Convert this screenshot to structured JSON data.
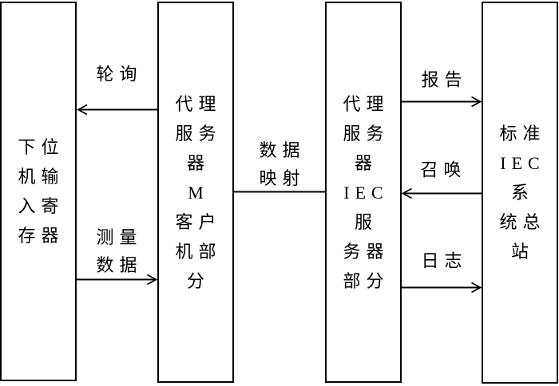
{
  "diagram": {
    "background_color": "#ffffff",
    "stroke_color": "#000000",
    "boxes": [
      {
        "name": "lower-machine-input-register",
        "lines": [
          "下位",
          "机输",
          "入寄",
          "存器"
        ]
      },
      {
        "name": "proxy-server-m-client-part",
        "lines": [
          "代理",
          "服务",
          "器",
          "M",
          "客户",
          "机部",
          "分"
        ]
      },
      {
        "name": "proxy-server-iec-server-part",
        "lines": [
          "代理",
          "服务",
          "器",
          "IEC",
          "服",
          "务器",
          "部分"
        ]
      },
      {
        "name": "standard-iec-system-master-station",
        "lines": [
          "标准",
          "IEC",
          "系",
          "统总",
          "站"
        ]
      }
    ],
    "connections": [
      {
        "name": "polling",
        "lines": [
          "轮询"
        ],
        "direction": "right-to-left",
        "from": "proxy-server-m-client-part",
        "to": "lower-machine-input-register"
      },
      {
        "name": "measurement-data",
        "lines": [
          "测量",
          "数据"
        ],
        "direction": "left-to-right",
        "from": "lower-machine-input-register",
        "to": "proxy-server-m-client-part"
      },
      {
        "name": "data-mapping",
        "lines": [
          "数据",
          "映射"
        ],
        "direction": "none",
        "from": "proxy-server-m-client-part",
        "to": "proxy-server-iec-server-part"
      },
      {
        "name": "report",
        "lines": [
          "报告"
        ],
        "direction": "left-to-right",
        "from": "proxy-server-iec-server-part",
        "to": "standard-iec-system-master-station"
      },
      {
        "name": "call",
        "lines": [
          "召唤"
        ],
        "direction": "right-to-left",
        "from": "standard-iec-system-master-station",
        "to": "proxy-server-iec-server-part"
      },
      {
        "name": "log",
        "lines": [
          "日志"
        ],
        "direction": "left-to-right",
        "from": "proxy-server-iec-server-part",
        "to": "standard-iec-system-master-station"
      }
    ]
  }
}
